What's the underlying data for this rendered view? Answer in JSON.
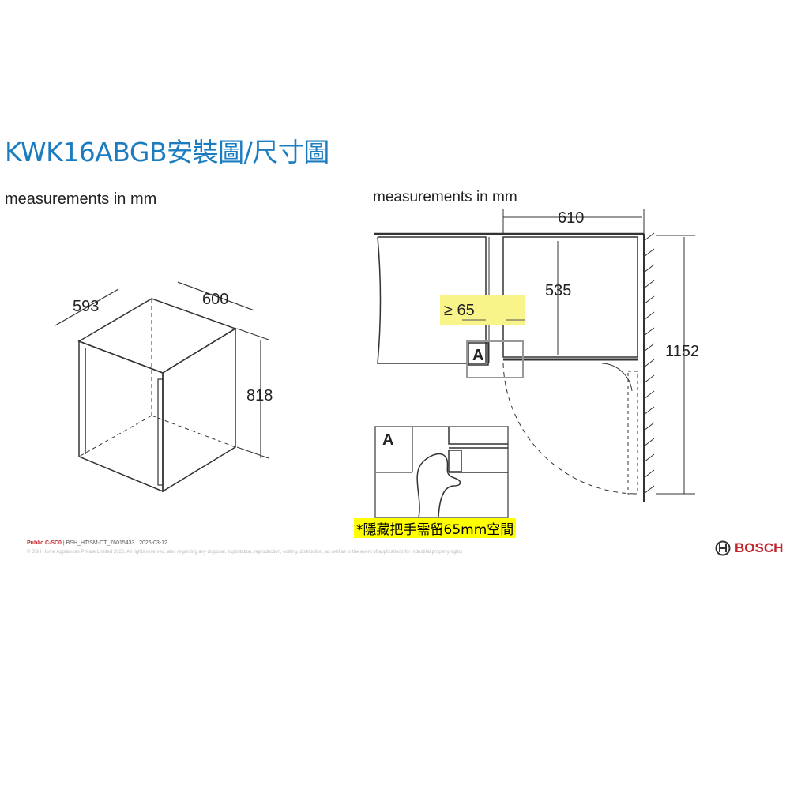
{
  "title": "KWK16ABGB安裝圖/尺寸圖",
  "left_diagram": {
    "caption": "measurements in mm",
    "depth": "593",
    "width": "600",
    "height": "818"
  },
  "right_diagram": {
    "caption": "measurements in mm",
    "depth_total": "610",
    "depth_inner": "535",
    "clearance": "≥ 65",
    "height_total": "1152",
    "detail_label": "A",
    "note": "*隱藏把手需留65mm空間",
    "highlight_color": "#ffff00"
  },
  "footer": {
    "classification": "Public C-SC0",
    "reference": " | BSH_HT/SM-CT_76015433 | 2026-03-12",
    "copyright": "© BSH Home Appliances Private Limited 2026. All rights reserved, also regarding any disposal, exploitation, reproduction, editing, distribution, as well as in the event of applications for industrial property rights"
  },
  "brand": {
    "name": "BOSCH",
    "color": "#c0272d"
  },
  "title_color": "#1c7cc0"
}
